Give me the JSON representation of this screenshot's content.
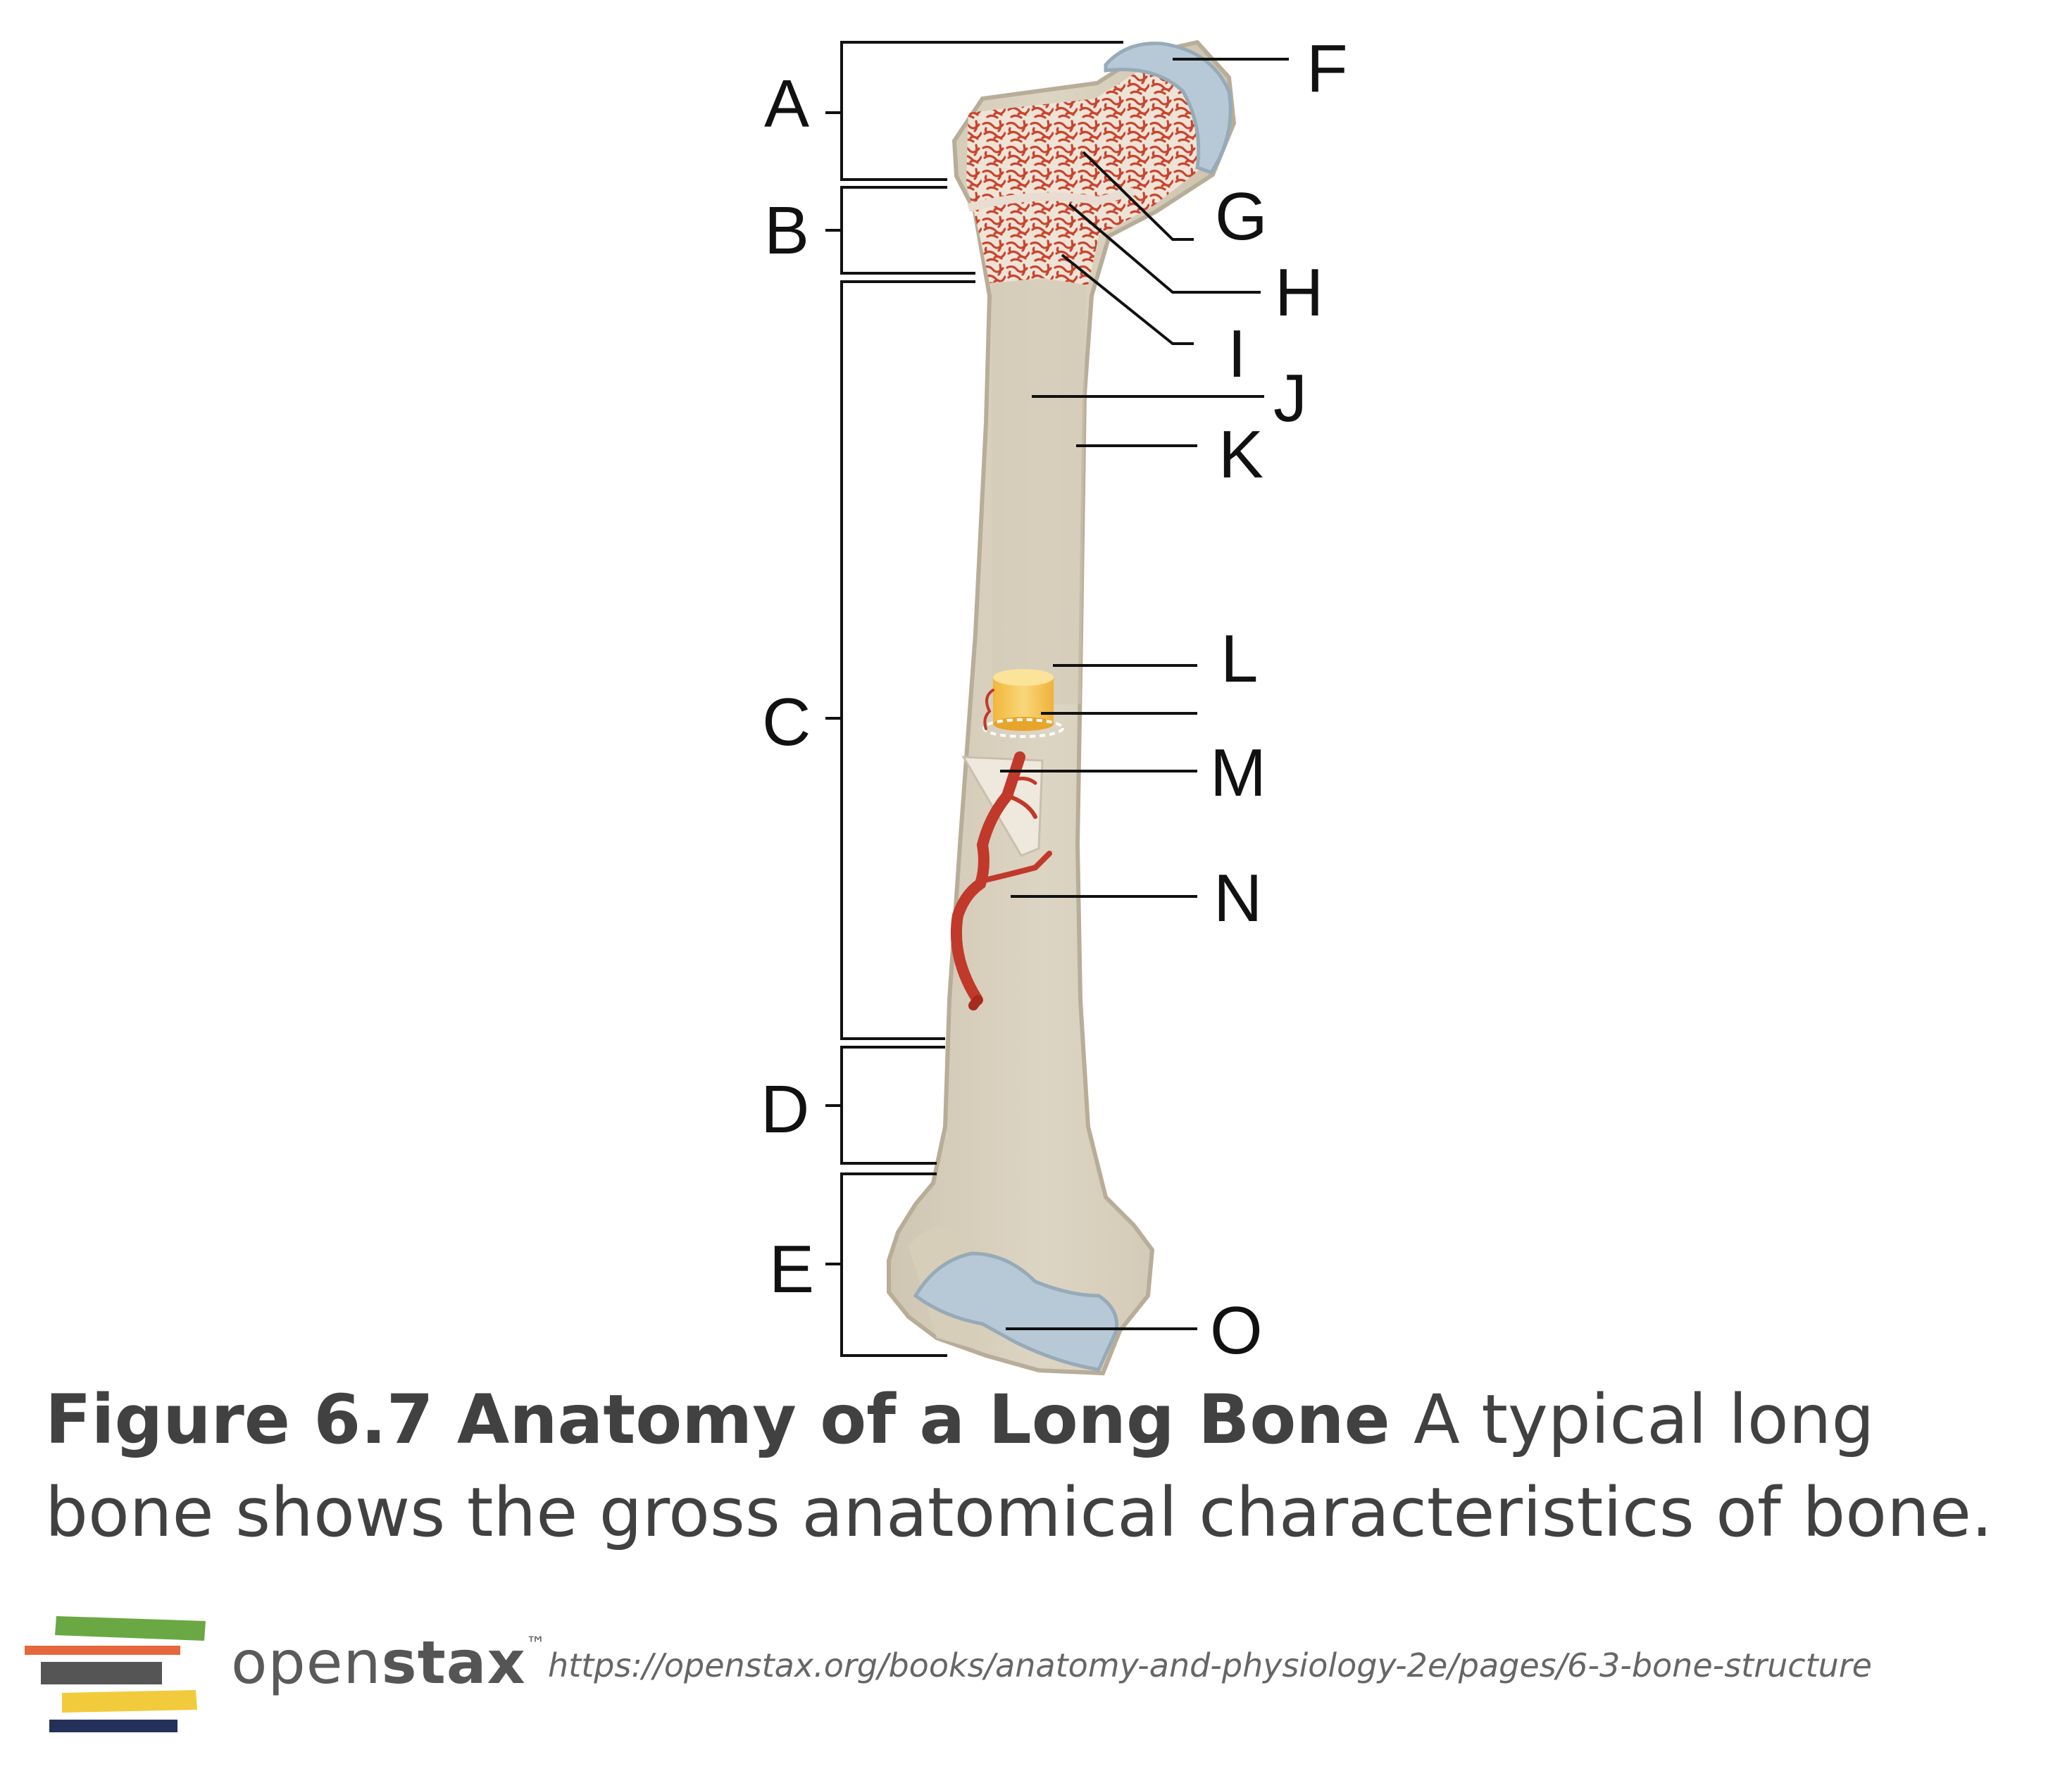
{
  "labels": {
    "A": "A",
    "B": "B",
    "C": "C",
    "D": "D",
    "E": "E",
    "F": "F",
    "G": "G",
    "H": "H",
    "I": "I",
    "J": "J",
    "K": "K",
    "L": "L",
    "M": "M",
    "N": "N",
    "O": "O"
  },
  "caption": {
    "title": "Figure 6.7 Anatomy of a Long Bone",
    "text": "A typical long bone shows the gross anatomical characteristics of bone."
  },
  "footer": {
    "brand_regular": "open",
    "brand_bold": "stax",
    "trademark": "™",
    "url": "https://openstax.org/books/anatomy-and-physiology-2e/pages/6-3-bone-structure"
  },
  "colors": {
    "bone": "#ddd4c1",
    "bone_outline": "#b8ad98",
    "spongy_bone": "#c8452f",
    "cartilage": "#b7c9d6",
    "artery": "#c0392b",
    "marrow": "#f2c14e",
    "label_text": "#111111",
    "leader_line": "#111111",
    "caption_text": "#414141",
    "logo_green": "#6aa843",
    "logo_orange": "#e5673c",
    "logo_gray": "#555555",
    "logo_yellow": "#f1cb3b",
    "logo_navy": "#23305a"
  }
}
